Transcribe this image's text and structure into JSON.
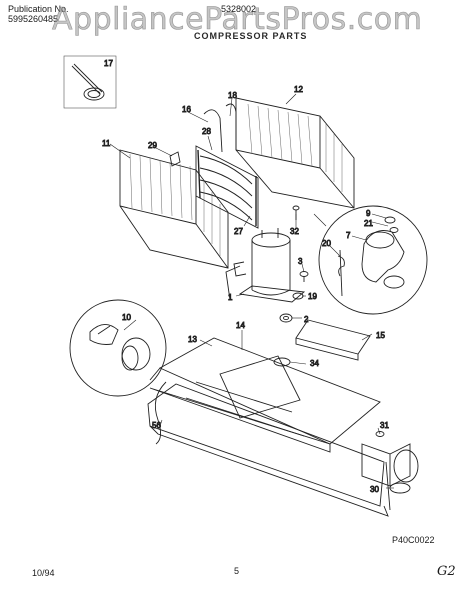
{
  "header": {
    "publication_label": "Publication No.",
    "publication_number": "5995260485",
    "model_number": "5328002",
    "section_title": "COMPRESSOR PARTS",
    "watermark": "AppliancePartsPros.com"
  },
  "callouts": [
    "17",
    "16",
    "18",
    "12",
    "11",
    "28",
    "29",
    "9",
    "21",
    "7",
    "20",
    "3",
    "32",
    "27",
    "1",
    "19",
    "2",
    "10",
    "14",
    "15",
    "13",
    "34",
    "31",
    "56",
    "30"
  ],
  "footer": {
    "drawing_code": "P40C0022",
    "date": "10/94",
    "page_number": "5",
    "handwritten_mark": "G2"
  }
}
